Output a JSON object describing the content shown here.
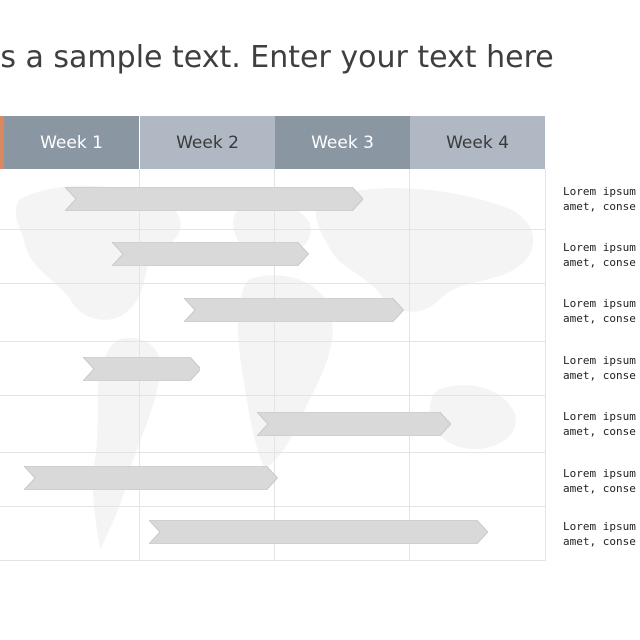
{
  "title": "is a sample text. Enter your text here",
  "weeks": [
    "Week 1",
    "Week 2",
    "Week 3",
    "Week 4"
  ],
  "colors": {
    "header_dark": "#8b96a3",
    "header_light": "#b0b9c3",
    "accent": "#d9895f",
    "bar": "#d9d9d9"
  },
  "tasks": [
    {
      "start_week": 0.45,
      "end_week": 2.65,
      "note_line1": "Lorem  ipsum",
      "note_line2": "amet, conse"
    },
    {
      "start_week": 0.8,
      "end_week": 2.25,
      "note_line1": "Lorem  ipsum",
      "note_line2": "amet, conse"
    },
    {
      "start_week": 1.33,
      "end_week": 2.95,
      "note_line1": "Lorem  ipsum",
      "note_line2": "amet, conse"
    },
    {
      "start_week": 0.58,
      "end_week": 1.45,
      "note_line1": "Lorem  ipsum",
      "note_line2": "amet, conse"
    },
    {
      "start_week": 1.87,
      "end_week": 3.3,
      "note_line1": "Lorem  ipsum",
      "note_line2": "amet, conse"
    },
    {
      "start_week": 0.15,
      "end_week": 2.02,
      "note_line1": "Lorem  ipsum",
      "note_line2": "amet, conse"
    },
    {
      "start_week": 1.07,
      "end_week": 3.57,
      "note_line1": "Lorem  ipsum",
      "note_line2": "amet, conse"
    }
  ]
}
